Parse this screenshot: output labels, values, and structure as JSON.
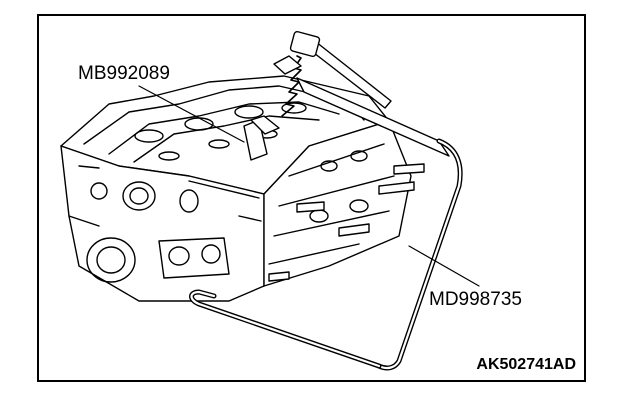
{
  "labels": {
    "tool_top": "MB992089",
    "tool_right": "MD998735",
    "figure_code": "AK502741AD"
  },
  "colors": {
    "ink": "#000000",
    "paper": "#ffffff"
  }
}
